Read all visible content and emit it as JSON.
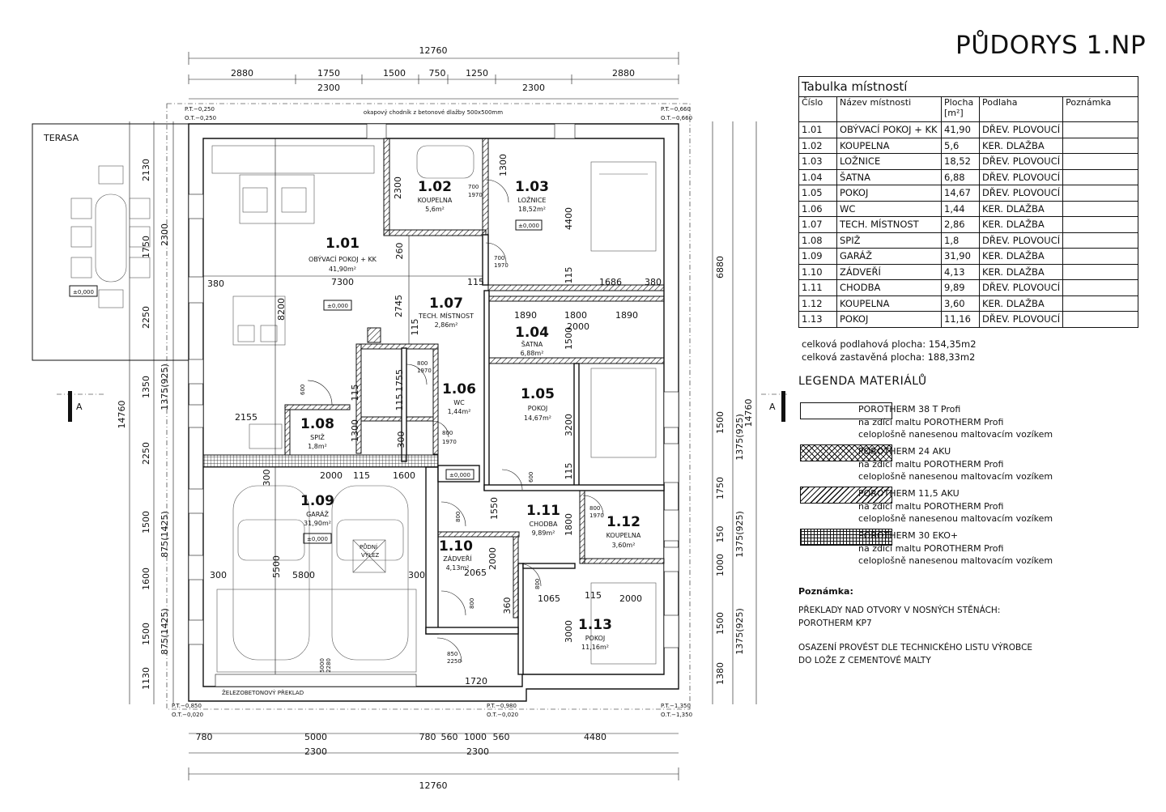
{
  "title": "PŮDORYS 1.NP",
  "room_table": {
    "caption": "Tabulka místností",
    "headers": {
      "num": "Číslo",
      "name": "Název místnosti",
      "area": "Plocha",
      "area_unit": "[m²]",
      "floor": "Podlaha",
      "note": "Poznámka"
    },
    "rows": [
      {
        "num": "1.01",
        "name": "OBÝVACÍ POKOJ + KK",
        "area": "41,90",
        "floor": "DŘEV. PLOVOUCÍ"
      },
      {
        "num": "1.02",
        "name": "KOUPELNA",
        "area": "5,6",
        "floor": "KER. DLAŽBA"
      },
      {
        "num": "1.03",
        "name": "LOŽNICE",
        "area": "18,52",
        "floor": "DŘEV. PLOVOUCÍ"
      },
      {
        "num": "1.04",
        "name": "ŠATNA",
        "area": "6,88",
        "floor": "DŘEV. PLOVOUCÍ"
      },
      {
        "num": "1.05",
        "name": "POKOJ",
        "area": "14,67",
        "floor": "DŘEV. PLOVOUCÍ"
      },
      {
        "num": "1.06",
        "name": "WC",
        "area": "1,44",
        "floor": "KER. DLAŽBA"
      },
      {
        "num": "1.07",
        "name": "TECH. MÍSTNOST",
        "area": "2,86",
        "floor": "KER. DLAŽBA"
      },
      {
        "num": "1.08",
        "name": "SPIŽ",
        "area": "1,8",
        "floor": "DŘEV. PLOVOUCÍ"
      },
      {
        "num": "1.09",
        "name": "GARÁŽ",
        "area": "31,90",
        "floor": "KER. DLAŽBA"
      },
      {
        "num": "1.10",
        "name": "ZÁDVEŘÍ",
        "area": "4,13",
        "floor": "KER. DLAŽBA"
      },
      {
        "num": "1.11",
        "name": "CHODBA",
        "area": "9,89",
        "floor": "DŘEV. PLOVOUCÍ"
      },
      {
        "num": "1.12",
        "name": "KOUPELNA",
        "area": "3,60",
        "floor": "KER. DLAŽBA"
      },
      {
        "num": "1.13",
        "name": "POKOJ",
        "area": "11,16",
        "floor": "DŘEV. PLOVOUCÍ"
      }
    ],
    "total_floor": "celková podlahová plocha: 154,35m2",
    "total_built": "celková zastavěná plocha: 188,33m2"
  },
  "legend": {
    "title": "LEGENDA MATERIÁLŮ",
    "items": [
      {
        "name": "POROTHERM 38 T Profi",
        "line2": "na zdící maltu POROTHERM Profi",
        "line3": "celoplošně nanesenou maltovacím vozíkem"
      },
      {
        "name": "POROTHERM 24 AKU",
        "line2": "na zdící maltu POROTHERM Profi",
        "line3": "celoplošně nanesenou maltovacím vozíkem"
      },
      {
        "name": "POROTHERM 11,5 AKU",
        "line2": "na zdící maltu POROTHERM Profi",
        "line3": "celoplošně nanesenou maltovacím vozíkem"
      },
      {
        "name": "POROTHERM 30 EKO+",
        "line2": "na zdící maltu POROTHERM Profi",
        "line3": "celoplošně nanesenou maltovacím vozíkem"
      }
    ]
  },
  "notes": {
    "heading": "Poznámka:",
    "line1": "PŘEKLADY NAD OTVORY V NOSNÝCH STĚNÁCH:",
    "line2": "POROTHERM KP7",
    "line3": "OSAZENÍ PROVÉST DLE TECHNICKÉHO LISTU VÝROBCE",
    "line4": "DO LOŽE Z CEMENTOVÉ MALTY"
  },
  "plan": {
    "dims_top_total": "12760",
    "dims_top_row1": [
      "2880",
      "1750",
      "1500",
      "750",
      "1250",
      "2880"
    ],
    "dims_top_row2": [
      "2300",
      "2300"
    ],
    "dims_bottom_row1": [
      "780",
      "5000",
      "780",
      "560",
      "1000",
      "560",
      "4480"
    ],
    "dims_bottom_row2": [
      "2300",
      "2300"
    ],
    "dims_bottom_total": "12760",
    "dims_left_total": "14760",
    "dims_left_a": [
      "2130",
      "1750",
      "2250",
      "1350",
      "2250",
      "1500",
      "1600",
      "1500",
      "1130"
    ],
    "dims_left_b": [
      "2300",
      "1375(925)",
      "875(1425)",
      "875(1425)"
    ],
    "dims_right_total": "14760",
    "dims_right_a": [
      "6880",
      "1500",
      "1750",
      "150",
      "1000",
      "1500",
      "1380"
    ],
    "dims_right_b": [
      "1375(925)",
      "1375(925)",
      "1375(925)"
    ],
    "levels": {
      "tl": [
        "P.T.−0,250",
        "O.T.−0,250"
      ],
      "tr": [
        "P.T.−0,660",
        "O.T.−0,660"
      ],
      "bl": [
        "P.T.−0,850",
        "O.T.−0,020"
      ],
      "bm": [
        "P.T.−0,980",
        "O.T.−0,020"
      ],
      "br": [
        "P.T.−1,350",
        "O.T.−1,350"
      ]
    },
    "terrace": "TERASA",
    "zero": "±0,000",
    "section_mark": "A",
    "pavement_note": "okapový chodník z betonové dlažby 500x500mm",
    "lintel_note": "ŽELEZOBETONOVÝ PŘEKLAD",
    "attic": [
      "PŮDNÍ",
      "VÝLEZ"
    ],
    "rooms": [
      {
        "num": "1.01",
        "name": "OBÝVACÍ POKOJ + KK",
        "area": "41,90m²"
      },
      {
        "num": "1.02",
        "name": "KOUPELNA",
        "area": "5,6m²"
      },
      {
        "num": "1.03",
        "name": "LOŽNICE",
        "area": "18,52m²"
      },
      {
        "num": "1.04",
        "name": "ŠATNA",
        "area": "6,88m²"
      },
      {
        "num": "1.05",
        "name": "POKOJ",
        "area": "14,67m²"
      },
      {
        "num": "1.06",
        "name": "WC",
        "area": "1,44m²"
      },
      {
        "num": "1.07",
        "name": "TECH. MÍSTNOST",
        "area": "2,86m²"
      },
      {
        "num": "1.08",
        "name": "SPIŽ",
        "area": "1,8m²"
      },
      {
        "num": "1.09",
        "name": "GARÁŽ",
        "area": "31,90m²"
      },
      {
        "num": "1.10",
        "name": "ZÁDVEŘÍ",
        "area": "4,13m²"
      },
      {
        "num": "1.11",
        "name": "CHODBA",
        "area": "9,89m²"
      },
      {
        "num": "1.12",
        "name": "KOUPELNA",
        "area": "3,60m²"
      },
      {
        "num": "1.13",
        "name": "POKOJ",
        "area": "11,16m²"
      }
    ],
    "inner_dims": {
      "d7300": "7300",
      "d380a": "380",
      "d8200": "8200",
      "d2155": "2155",
      "d2300": "2300",
      "d1300a": "1300",
      "d260": "260",
      "d4400": "4400",
      "d2745": "2745",
      "d115": "115",
      "d1686": "1686",
      "d380b": "380",
      "d1890a": "1890",
      "d1800a": "1800",
      "d1890b": "1890",
      "d2000a": "2000",
      "d1500": "1500",
      "d1755": "1755",
      "d300a": "300",
      "d1300b": "1300",
      "d3200": "3200",
      "d2000b": "2000",
      "d1600": "1600",
      "d300b": "300",
      "d1550": "1550",
      "d1800b": "1800",
      "d5500": "5500",
      "d5800": "5800",
      "d300c": "300",
      "d300d": "300",
      "d2000c": "2000",
      "d2065": "2065",
      "d1065": "1065",
      "d2000d": "2000",
      "d3000": "3000",
      "d360": "360",
      "d1720": "1720",
      "d5000": "5000",
      "d2280": "2280"
    },
    "doors": {
      "d700": "700",
      "d800": "800",
      "d600": "600",
      "d850": "850",
      "d1970": "1970",
      "d2250": "2250"
    }
  }
}
